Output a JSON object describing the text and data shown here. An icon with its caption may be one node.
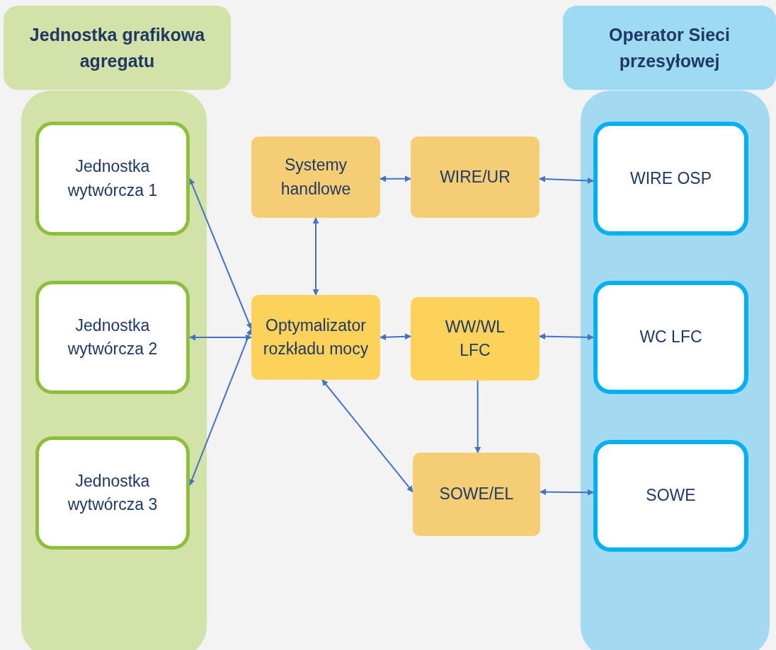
{
  "diagram": {
    "nodes": [
      {
        "text": [
          "Jednostka grafikowa agregatu"
        ]
      },
      {
        "text": [
          "Operator Sieci przesyłowej"
        ]
      },
      {
        "text": [],
        "shape": "box"
      },
      {
        "text": [
          "Jednostka wytwórcza 1"
        ],
        "in": 2
      },
      {
        "text": [
          "Jednostka wytwórcza 2"
        ],
        "in": 2
      },
      {
        "text": [
          "Jednostka wytwórcza 3"
        ],
        "in": 2
      },
      {
        "text": [
          "Systemy handlowe"
        ]
      },
      {
        "text": [
          "WIRE/UR"
        ]
      },
      {
        "text": [
          "Optymalizator rozkładu mocy"
        ]
      },
      {
        "text": [
          "WW/WL LFC"
        ]
      },
      {
        "text": [
          "SOWE/EL"
        ]
      },
      {
        "text": [],
        "shape": "box"
      },
      {
        "text": [
          "WIRE OSP"
        ],
        "in": 11
      },
      {
        "text": [
          "WC LFC"
        ],
        "in": 11
      },
      {
        "text": [
          "SOWE"
        ],
        "in": 11
      }
    ],
    "edges": [
      {
        "from": 6,
        "to": 7,
        "arrow": "both"
      },
      {
        "from": 7,
        "to": 12,
        "arrow": "both"
      },
      {
        "from": 6,
        "to": 8,
        "arrow": "both"
      },
      {
        "from": 3,
        "to": 8,
        "arrow": "both"
      },
      {
        "from": 4,
        "to": 8,
        "arrow": "both"
      },
      {
        "from": 5,
        "to": 8,
        "arrow": "both"
      },
      {
        "from": 8,
        "to": 9,
        "arrow": "both"
      },
      {
        "from": 9,
        "to": 13,
        "arrow": "both"
      },
      {
        "from": 9,
        "to": 10,
        "arrow": "to"
      },
      {
        "from": 8,
        "to": 10,
        "arrow": "both"
      },
      {
        "from": 10,
        "to": 14,
        "arrow": "both"
      }
    ]
  }
}
